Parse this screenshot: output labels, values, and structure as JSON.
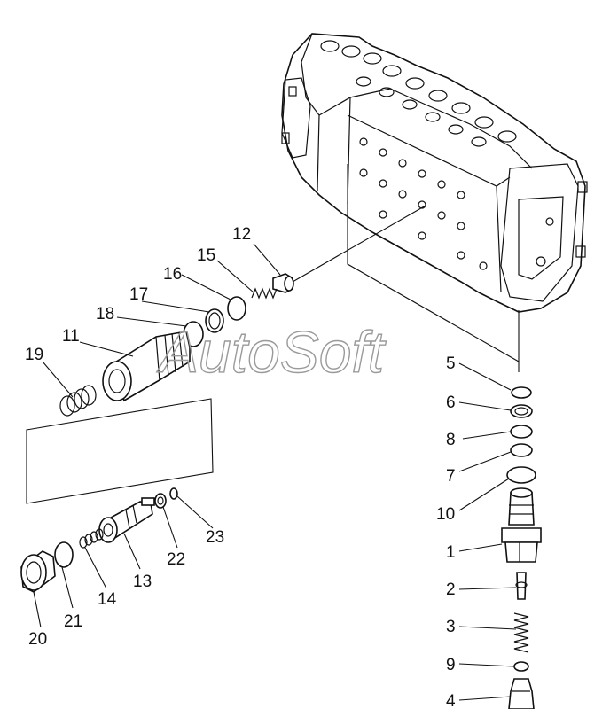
{
  "watermark": "AutoSoft",
  "callouts": [
    {
      "id": "c12",
      "label": "12"
    },
    {
      "id": "c15",
      "label": "15"
    },
    {
      "id": "c16",
      "label": "16"
    },
    {
      "id": "c17",
      "label": "17"
    },
    {
      "id": "c18",
      "label": "18"
    },
    {
      "id": "c11",
      "label": "11"
    },
    {
      "id": "c19",
      "label": "19"
    },
    {
      "id": "c5",
      "label": "5"
    },
    {
      "id": "c6",
      "label": "6"
    },
    {
      "id": "c8",
      "label": "8"
    },
    {
      "id": "c7",
      "label": "7"
    },
    {
      "id": "c10",
      "label": "10"
    },
    {
      "id": "c1",
      "label": "1"
    },
    {
      "id": "c2",
      "label": "2"
    },
    {
      "id": "c3",
      "label": "3"
    },
    {
      "id": "c9",
      "label": "9"
    },
    {
      "id": "c4",
      "label": "4"
    },
    {
      "id": "c23",
      "label": "23"
    },
    {
      "id": "c22",
      "label": "22"
    },
    {
      "id": "c13",
      "label": "13"
    },
    {
      "id": "c14",
      "label": "14"
    },
    {
      "id": "c21",
      "label": "21"
    },
    {
      "id": "c20",
      "label": "20"
    }
  ]
}
